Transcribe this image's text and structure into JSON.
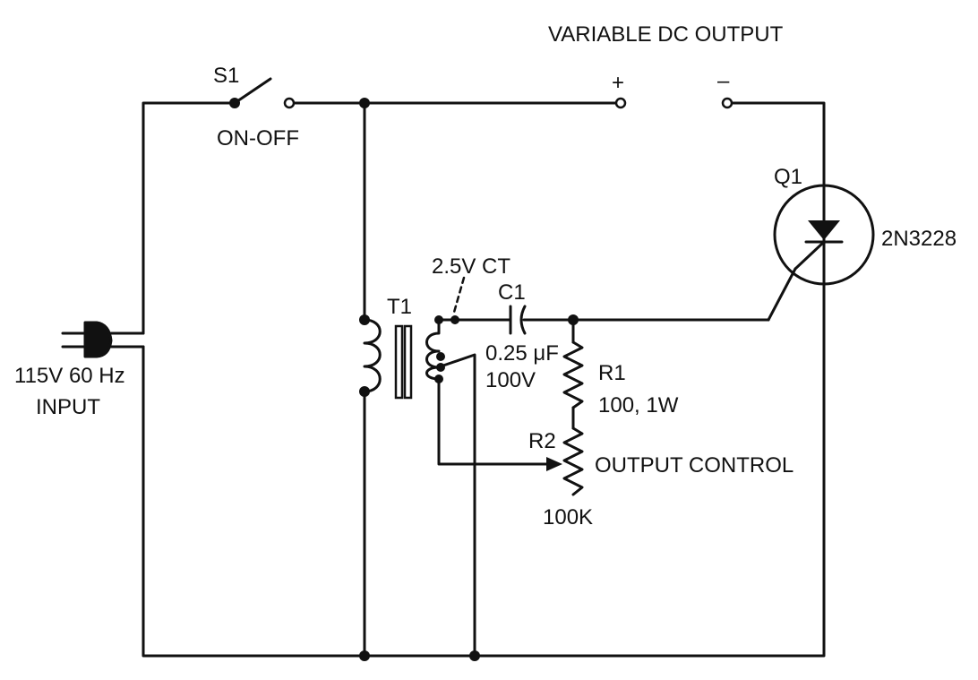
{
  "title": "VARIABLE DC OUTPUT",
  "terminals": {
    "plus": "+",
    "minus": "–"
  },
  "switch": {
    "ref": "S1",
    "label": "ON-OFF"
  },
  "input": {
    "line1": "115V 60 Hz",
    "line2": "INPUT"
  },
  "transformer": {
    "ref": "T1",
    "secondary": "2.5V CT"
  },
  "capacitor": {
    "ref": "C1",
    "value": "0.25 μF",
    "voltage": "100V"
  },
  "r1": {
    "ref": "R1",
    "value": "100, 1W"
  },
  "r2": {
    "ref": "R2",
    "value": "100K",
    "label": "OUTPUT CONTROL"
  },
  "q1": {
    "ref": "Q1",
    "part": "2N3228"
  },
  "colors": {
    "ink": "#111111",
    "paper": "#ffffff"
  }
}
